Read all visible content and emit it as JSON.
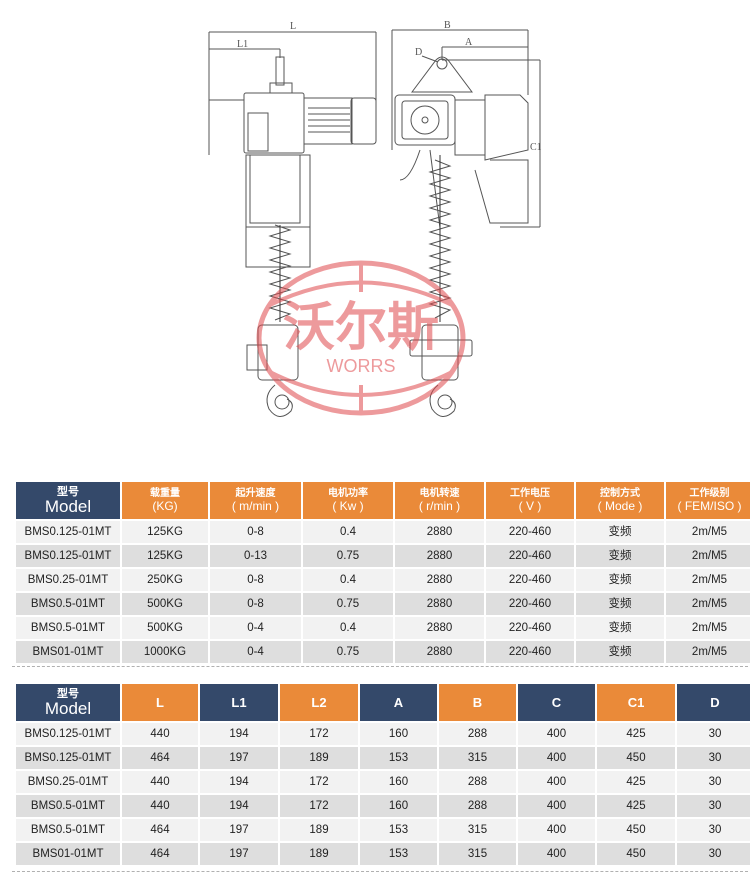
{
  "drawing": {
    "dimension_labels": [
      "L",
      "L1",
      "B",
      "A",
      "D",
      "C1"
    ],
    "watermark": {
      "brand_cn": "沃尔斯",
      "brand_en": "WORRS",
      "color": "#e0494d"
    }
  },
  "colors": {
    "navy": "#34496a",
    "orange": "#ea8a39",
    "row_light": "#f2f2f2",
    "row_dark": "#dedede"
  },
  "table1": {
    "headers": [
      {
        "cn": "型号",
        "en": "Model",
        "style": "navy"
      },
      {
        "cn": "载重量",
        "en": "(KG)",
        "style": "orange"
      },
      {
        "cn": "起升速度",
        "en": "( m/min )",
        "style": "orange"
      },
      {
        "cn": "电机功率",
        "en": "( Kw )",
        "style": "orange"
      },
      {
        "cn": "电机转速",
        "en": "( r/min )",
        "style": "orange"
      },
      {
        "cn": "工作电压",
        "en": "( V )",
        "style": "orange"
      },
      {
        "cn": "控制方式",
        "en": "( Mode )",
        "style": "orange"
      },
      {
        "cn": "工作级别",
        "en": "( FEM/ISO )",
        "style": "orange"
      }
    ],
    "rows": [
      [
        "BMS0.125-01MT",
        "125KG",
        "0-8",
        "0.4",
        "2880",
        "220-460",
        "变频",
        "2m/M5"
      ],
      [
        "BMS0.125-01MT",
        "125KG",
        "0-13",
        "0.75",
        "2880",
        "220-460",
        "变频",
        "2m/M5"
      ],
      [
        "BMS0.25-01MT",
        "250KG",
        "0-8",
        "0.4",
        "2880",
        "220-460",
        "变频",
        "2m/M5"
      ],
      [
        "BMS0.5-01MT",
        "500KG",
        "0-8",
        "0.75",
        "2880",
        "220-460",
        "变频",
        "2m/M5"
      ],
      [
        "BMS0.5-01MT",
        "500KG",
        "0-4",
        "0.4",
        "2880",
        "220-460",
        "变频",
        "2m/M5"
      ],
      [
        "BMS01-01MT",
        "1000KG",
        "0-4",
        "0.75",
        "2880",
        "220-460",
        "变频",
        "2m/M5"
      ]
    ]
  },
  "table2": {
    "headers": [
      {
        "cn": "型号",
        "en": "Model",
        "style": "navy"
      },
      {
        "en": "L",
        "style": "orange"
      },
      {
        "en": "L1",
        "style": "navy"
      },
      {
        "en": "L2",
        "style": "orange"
      },
      {
        "en": "A",
        "style": "navy"
      },
      {
        "en": "B",
        "style": "orange"
      },
      {
        "en": "C",
        "style": "navy"
      },
      {
        "en": "C1",
        "style": "orange"
      },
      {
        "en": "D",
        "style": "navy"
      }
    ],
    "rows": [
      [
        "BMS0.125-01MT",
        "440",
        "194",
        "172",
        "160",
        "288",
        "400",
        "425",
        "30"
      ],
      [
        "BMS0.125-01MT",
        "464",
        "197",
        "189",
        "153",
        "315",
        "400",
        "450",
        "30"
      ],
      [
        "BMS0.25-01MT",
        "440",
        "194",
        "172",
        "160",
        "288",
        "400",
        "425",
        "30"
      ],
      [
        "BMS0.5-01MT",
        "440",
        "194",
        "172",
        "160",
        "288",
        "400",
        "425",
        "30"
      ],
      [
        "BMS0.5-01MT",
        "464",
        "197",
        "189",
        "153",
        "315",
        "400",
        "450",
        "30"
      ],
      [
        "BMS01-01MT",
        "464",
        "197",
        "189",
        "153",
        "315",
        "400",
        "450",
        "30"
      ]
    ]
  }
}
